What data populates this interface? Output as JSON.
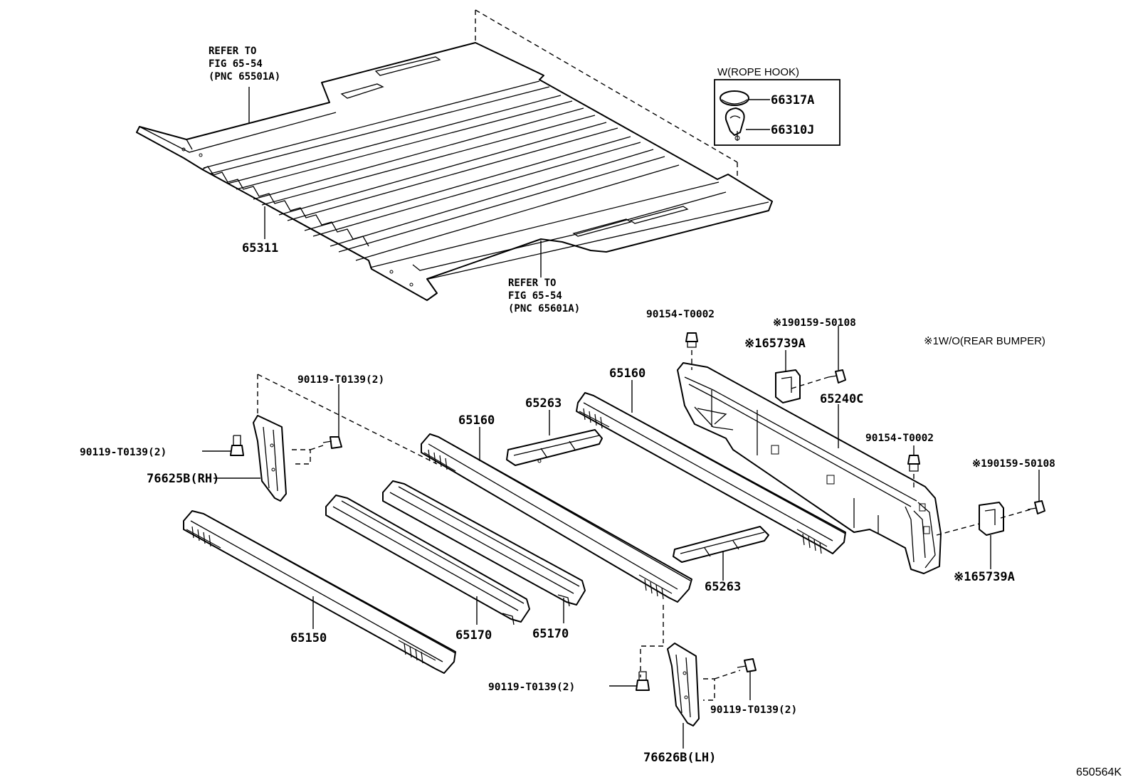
{
  "refer_upper": {
    "line1": "REFER TO",
    "line2": "FIG 65-54",
    "line3": "(PNC 65501A)"
  },
  "refer_lower": {
    "line1": "REFER TO",
    "line2": "FIG 65-54",
    "line3": "(PNC 65601A)"
  },
  "rope_hook": {
    "title": "W(ROPE HOOK)",
    "cap_part": "66317A",
    "hook_part": "66310J",
    "icons": [
      "rope-hook-cap-icon",
      "rope-hook-icon"
    ]
  },
  "parts": {
    "bed_floor": "65311",
    "sill_front": "65150",
    "cross_member_left": "65170",
    "cross_member_right": "65170",
    "cross_member_mid": "65160",
    "cross_member_rear": "65160",
    "bracket_top": "65263",
    "bracket_bottom": "65263",
    "rear_sill": "65240C",
    "bolt_rh_upper": "90119-T0139(2)",
    "bolt_rh_left": "90119-T0139(2)",
    "support_rh": "76625B(RH)",
    "bolt_lh_left": "90119-T0139(2)",
    "bolt_lh_right": "90119-T0139(2)",
    "support_lh": "76626B(LH)",
    "nut_top": "90154-T0002",
    "nut_right": "90154-T0002",
    "screw_top": "※190159-50108",
    "screw_right": "※190159-50108",
    "pad_top": "※165739A",
    "pad_right": "※165739A"
  },
  "note": "※1W/O(REAR BUMPER)",
  "diagram_code": "650564K"
}
